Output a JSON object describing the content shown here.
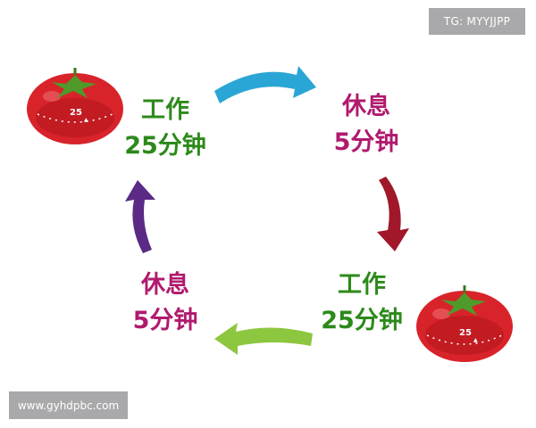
{
  "watermarks": {
    "tg": "TG: MYYJJPP",
    "url": "www.gyhdpbc.com"
  },
  "cycle": {
    "top_left": {
      "title": "工作",
      "duration": "25分钟",
      "color": "#2c8a1a"
    },
    "top_right": {
      "title": "休息",
      "duration": "5分钟",
      "color": "#b01a6e"
    },
    "bottom_right": {
      "title": "工作",
      "duration": "25分钟",
      "color": "#2c8a1a"
    },
    "bottom_left": {
      "title": "休息",
      "duration": "5分钟",
      "color": "#b01a6e"
    }
  },
  "tomato_timer": {
    "dial_number": "25",
    "icon": "tomato-timer-icon",
    "color": "#d8232a"
  },
  "arrow_colors": {
    "top": "#2aa6d6",
    "right": "#a0182a",
    "bottom": "#8dc63f",
    "left": "#5b2a86"
  }
}
